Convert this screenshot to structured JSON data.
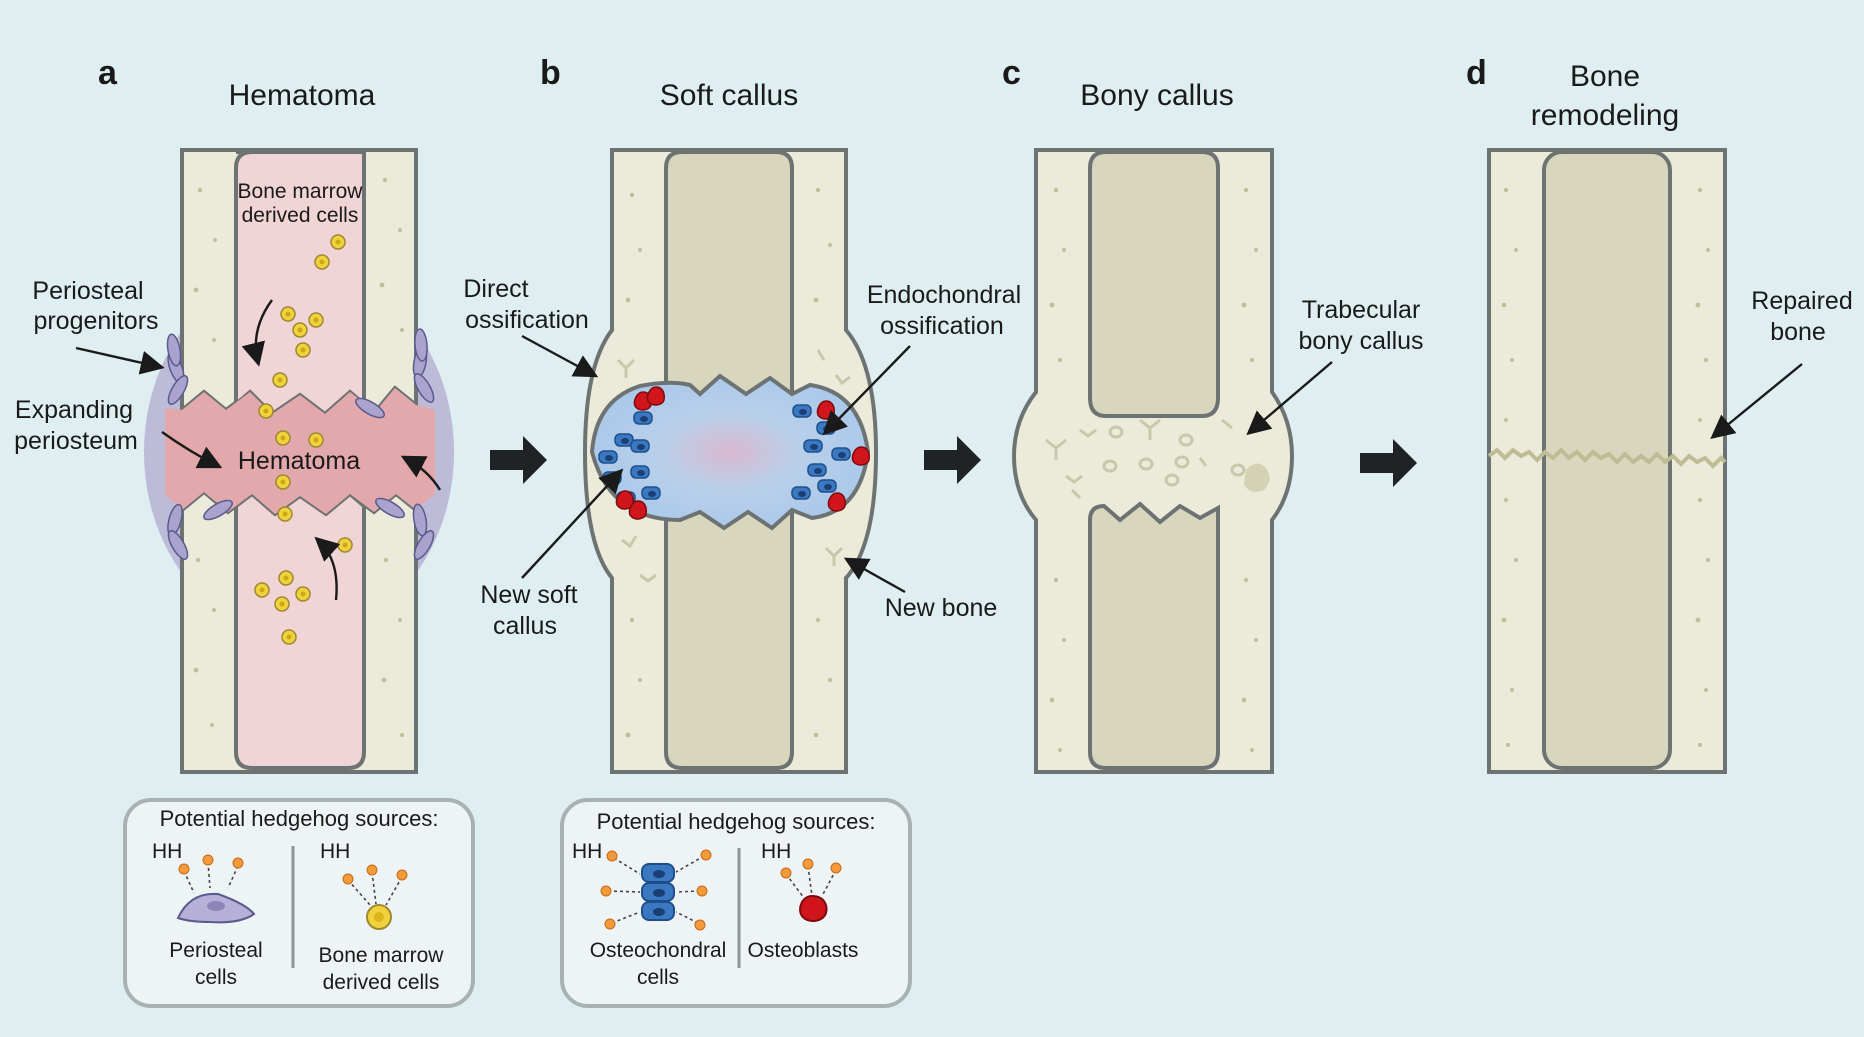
{
  "panels": {
    "a": {
      "letter": "a",
      "title": "Hematoma"
    },
    "b": {
      "letter": "b",
      "title": "Soft callus"
    },
    "c": {
      "letter": "c",
      "title": "Bony callus"
    },
    "d": {
      "letter": "d",
      "title_line1": "Bone",
      "title_line2": "remodeling"
    }
  },
  "labels": {
    "bone_marrow_cells_1": "Bone marrow",
    "bone_marrow_cells_2": "derived cells",
    "periosteal_progenitors_1": "Periosteal",
    "periosteal_progenitors_2": "progenitors",
    "expanding_periosteum_1": "Expanding",
    "expanding_periosteum_2": "periosteum",
    "hematoma": "Hematoma",
    "direct_ossification_1": "Direct",
    "direct_ossification_2": "ossification",
    "endochondral_ossification_1": "Endochondral",
    "endochondral_ossification_2": "ossification",
    "new_soft_callus_1": "New soft",
    "new_soft_callus_2": "callus",
    "new_bone": "New bone",
    "trabecular_callus_1": "Trabecular",
    "trabecular_callus_2": "bony callus",
    "repaired_bone_1": "Repaired",
    "repaired_bone_2": "bone"
  },
  "legend_a": {
    "title": "Potential hedgehog sources:",
    "hh": "HH",
    "left_1": "Periosteal",
    "left_2": "cells",
    "right_1": "Bone marrow",
    "right_2": "derived cells"
  },
  "legend_b": {
    "title": "Potential hedgehog sources:",
    "hh": "HH",
    "left_1": "Osteochondral",
    "left_2": "cells",
    "right_1": "Osteoblasts"
  },
  "colors": {
    "background": "#dfeff1",
    "bone": "#ecebd9",
    "marrow": "#d8d7bd",
    "hematoma": "#e2a8ab",
    "periosteum": "#b9b1d3",
    "osteoblast_red": "#d0161b",
    "chondrocyte_blue": "#3a78c2",
    "marrow_cell_yellow": "#f2d23c"
  }
}
